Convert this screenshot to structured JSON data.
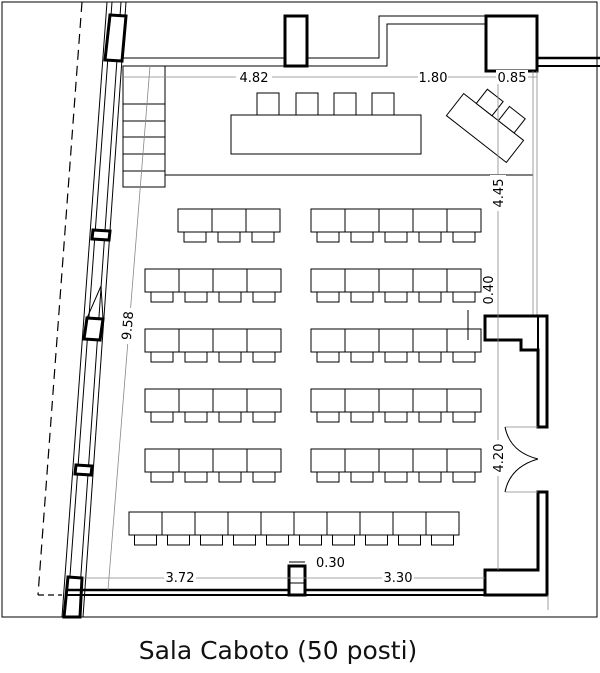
{
  "title": "Sala Caboto (50 posti)",
  "dimensions": {
    "top_left": "4.82",
    "top_middle": "1.80",
    "top_right": "0.85",
    "right_upper": "4.45",
    "right_gap": "0.40",
    "right_lower": "4.20",
    "left_diagonal": "9.58",
    "bottom_left": "3.72",
    "bottom_right": "3.30",
    "bottom_pillar": "0.30"
  }
}
